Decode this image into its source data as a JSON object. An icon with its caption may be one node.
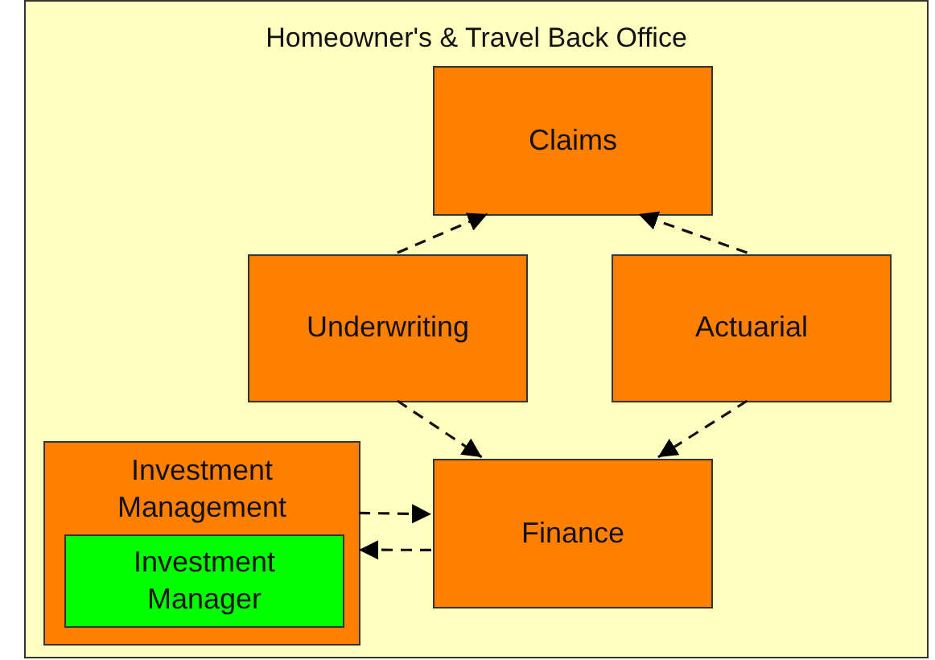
{
  "diagram": {
    "nodes": [
      {
        "text": [
          "Homeowner's & Travel Back Office"
        ]
      },
      {
        "text": [
          "Claims"
        ],
        "in": 0
      },
      {
        "text": [
          "Underwriting"
        ],
        "in": 0
      },
      {
        "text": [
          "Actuarial"
        ],
        "in": 0
      },
      {
        "text": [
          "Investment Management"
        ],
        "in": 0
      },
      {
        "text": [
          "Investment Manager"
        ],
        "in": 4
      },
      {
        "text": [
          "Finance"
        ],
        "in": 0
      }
    ],
    "edges": [
      {
        "from": 2,
        "to": 1,
        "arrow": "to",
        "style": "dashed"
      },
      {
        "from": 3,
        "to": 1,
        "arrow": "to",
        "style": "dashed"
      },
      {
        "from": 2,
        "to": 6,
        "arrow": "to",
        "style": "dashed"
      },
      {
        "from": 3,
        "to": 6,
        "arrow": "to",
        "style": "dashed"
      },
      {
        "from": 4,
        "to": 6,
        "arrow": "to",
        "style": "dashed"
      },
      {
        "from": 6,
        "to": 4,
        "arrow": "to",
        "style": "dashed"
      }
    ]
  }
}
